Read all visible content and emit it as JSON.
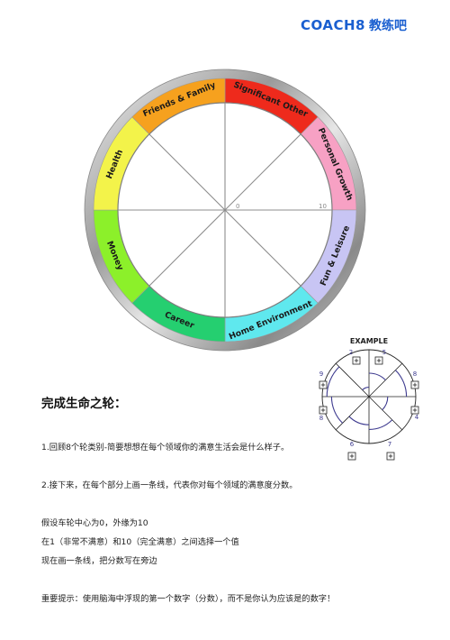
{
  "logo": {
    "text_en": "COACH8",
    "text_cn": "教练吧",
    "color": "#1a5fd0"
  },
  "wheel": {
    "scale_labels": {
      "center": "0",
      "outer": "10"
    },
    "segments": [
      {
        "label": "Significant Other",
        "color": "#ee2a1c"
      },
      {
        "label": "Personal Growth",
        "color": "#f7a1c4"
      },
      {
        "label": "Fun & Leisure",
        "color": "#c8c5f4"
      },
      {
        "label": "Home Environment",
        "color": "#5fe8ee"
      },
      {
        "label": "Career",
        "color": "#25cf70"
      },
      {
        "label": "Money",
        "color": "#8cf02a"
      },
      {
        "label": "Health",
        "color": "#f3f34a"
      },
      {
        "label": "Friends & Family",
        "color": "#f6a11e"
      }
    ]
  },
  "example": {
    "title": "EXAMPLE",
    "numbers": [
      "2",
      "5",
      "8",
      "4",
      "7",
      "6",
      "8",
      "9"
    ]
  },
  "instructions": {
    "heading": "完成生命之轮：",
    "step1": "1.回顾8个轮类别-简要想想在每个领域你的满意生活会是什么样子。",
    "step2": "2.接下来，在每个部分上画一条线，代表你对每个领域的满意度分数。",
    "note1": "假设车轮中心为0，外缘为10",
    "note2": "在1（非常不满意）和10（完全满意）之间选择一个值",
    "note3": "现在画一条线，把分数写在旁边",
    "important": "重要提示：使用脑海中浮现的第一个数字（分数），而不是你认为应该是的数字！"
  }
}
